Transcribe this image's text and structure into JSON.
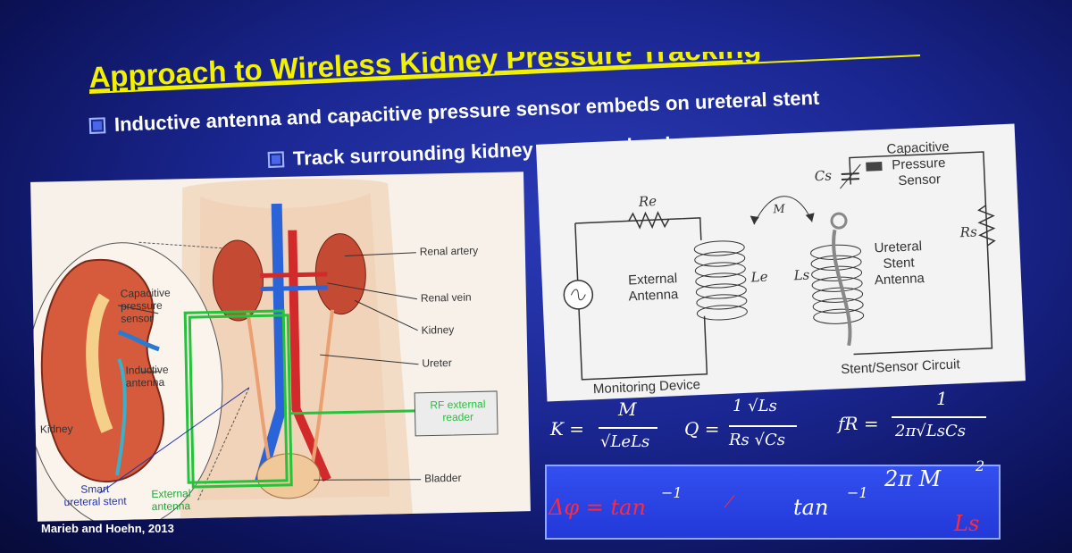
{
  "slide": {
    "title": "Approach to Wireless Kidney Pressure Tracking",
    "bullet1": "Inductive antenna and capacitive pressure sensor embeds on ureteral stent",
    "bullet2": "Track surrounding kidney pressure level",
    "credit": "Marieb and Hoehn, 2013"
  },
  "anatomy": {
    "labels": {
      "capacitive_sensor": [
        "Capacitive",
        "pressure",
        "sensor"
      ],
      "inductive_antenna": [
        "Inductive",
        "antenna"
      ],
      "kidney_inset": "Kidney",
      "smart_stent": [
        "Smart",
        "ureteral stent"
      ],
      "external_antenna": [
        "External",
        "antenna"
      ],
      "renal_artery": "Renal artery",
      "renal_vein": "Renal vein",
      "kidney": "Kidney",
      "ureter": "Ureter",
      "rf_reader": [
        "RF external",
        "reader"
      ],
      "bladder": "Bladder"
    }
  },
  "circuit": {
    "re": "Re",
    "m": "M",
    "cs": "Cs",
    "capacitive_sensor": [
      "Capacitive",
      "Pressure",
      "Sensor"
    ],
    "rs": "Rs",
    "external_antenna": [
      "External",
      "Antenna"
    ],
    "le": "Le",
    "ls": "Ls",
    "ureteral_antenna": [
      "Ureteral",
      "Stent",
      "Antenna"
    ],
    "monitoring_device": "Monitoring Device",
    "stent_circuit": "Stent/Sensor Circuit"
  },
  "formulas": {
    "k_lhs": "K =",
    "k_num": "M",
    "k_den": "√LeLs",
    "q_lhs": "Q =",
    "q_num": "1 √Ls",
    "q_den": "Rs √Cs",
    "f_lhs": "fR =",
    "f_num": "1",
    "f_den": "2π√LsCs",
    "phase_lhs": "Δφ = tan",
    "phase_exp": "−1",
    "phase_mid": "tan",
    "phase_exp2": "−1",
    "phase_num": "2π  M",
    "phase_sq": "2",
    "phase_den": "Ls"
  },
  "colors": {
    "title": "#f2f200",
    "antenna_green": "#22c43a",
    "formula_red": "#ff2a3a"
  }
}
